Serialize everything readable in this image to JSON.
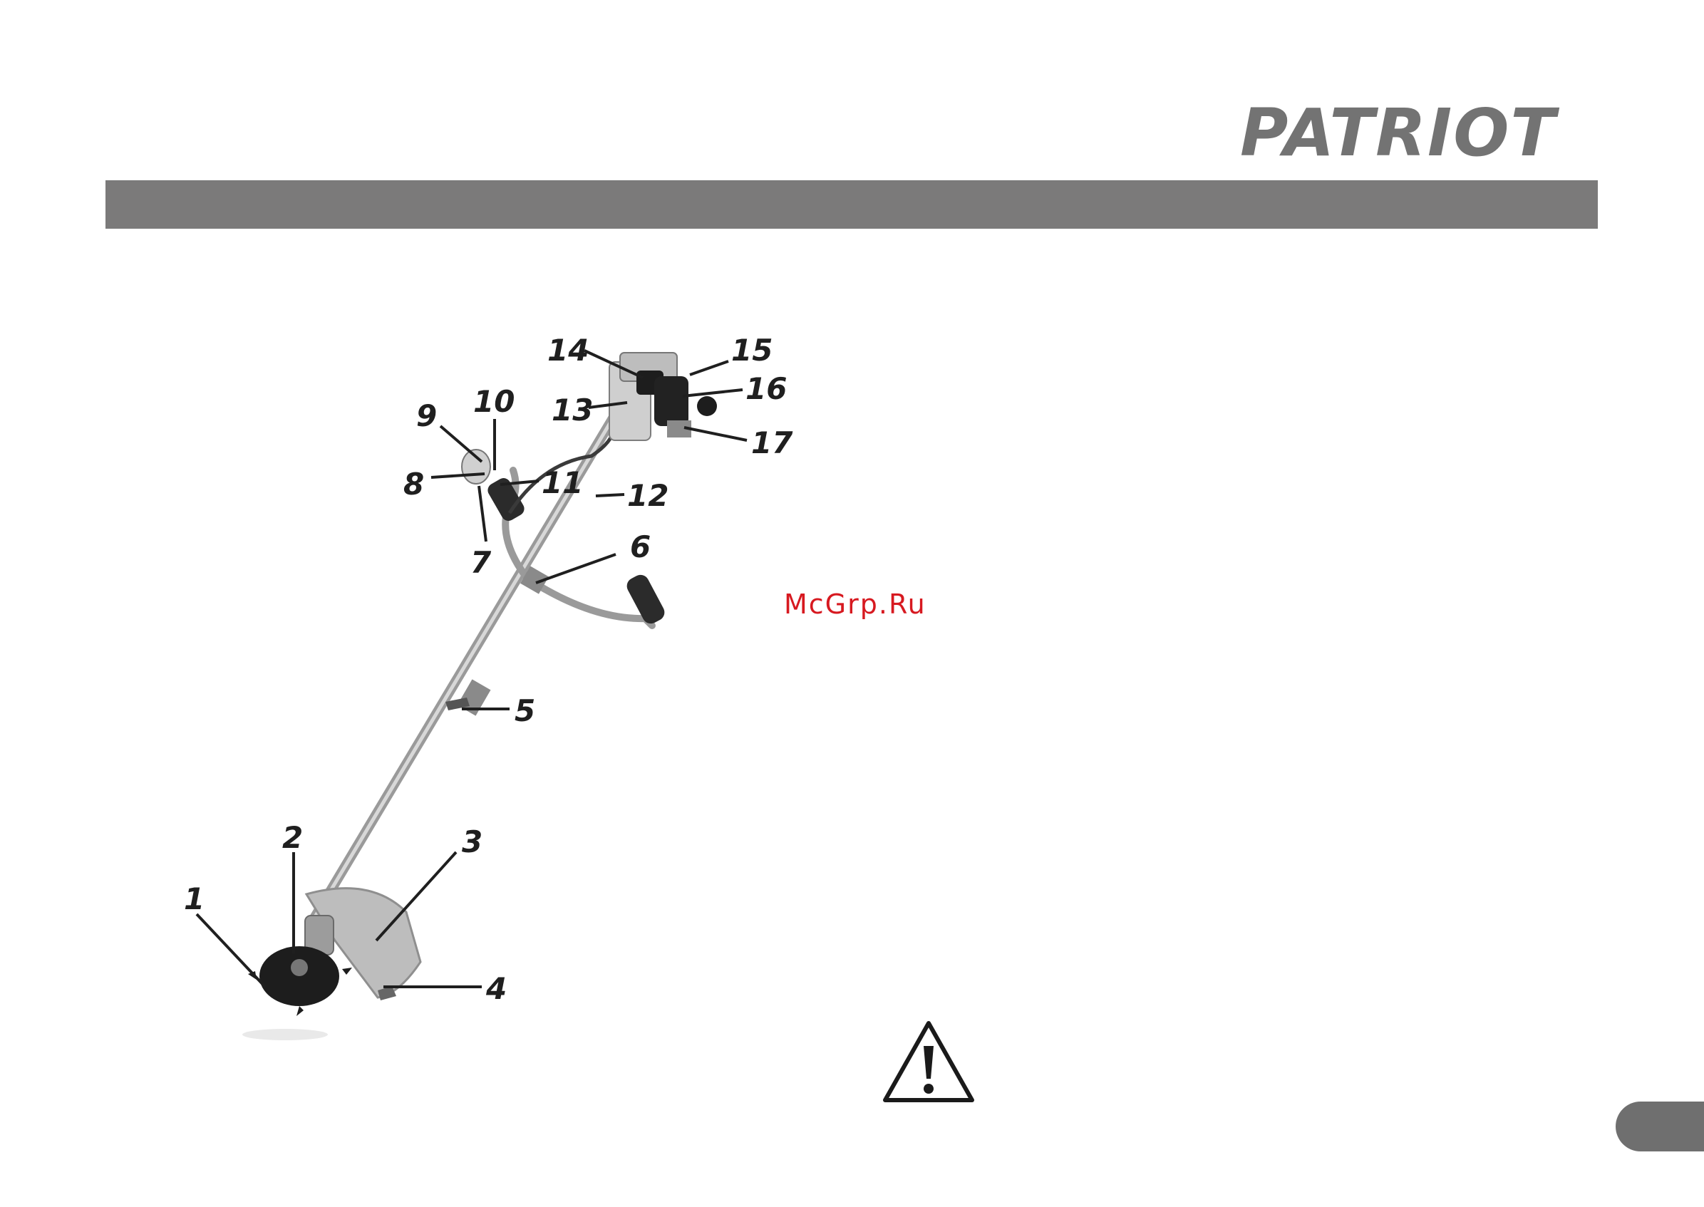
{
  "brand": {
    "logo_text": "PATRIOT"
  },
  "watermark": {
    "text": "McGrp.Ru"
  },
  "diagram": {
    "callouts": [
      {
        "id": "1",
        "label": "1"
      },
      {
        "id": "2",
        "label": "2"
      },
      {
        "id": "3",
        "label": "3"
      },
      {
        "id": "4",
        "label": "4"
      },
      {
        "id": "5",
        "label": "5"
      },
      {
        "id": "6",
        "label": "6"
      },
      {
        "id": "7",
        "label": "7"
      },
      {
        "id": "8",
        "label": "8"
      },
      {
        "id": "9",
        "label": "9"
      },
      {
        "id": "10",
        "label": "10"
      },
      {
        "id": "11",
        "label": "11"
      },
      {
        "id": "12",
        "label": "12"
      },
      {
        "id": "13",
        "label": "13"
      },
      {
        "id": "14",
        "label": "14"
      },
      {
        "id": "15",
        "label": "15"
      },
      {
        "id": "16",
        "label": "16"
      },
      {
        "id": "17",
        "label": "17"
      }
    ]
  },
  "icons": {
    "warning": "warning-triangle-icon",
    "logo": "patriot-logo"
  },
  "colors": {
    "bar": "#7b7a7a",
    "logo": "#737373",
    "watermark": "#d71920",
    "tab": "#6f6f6f"
  }
}
